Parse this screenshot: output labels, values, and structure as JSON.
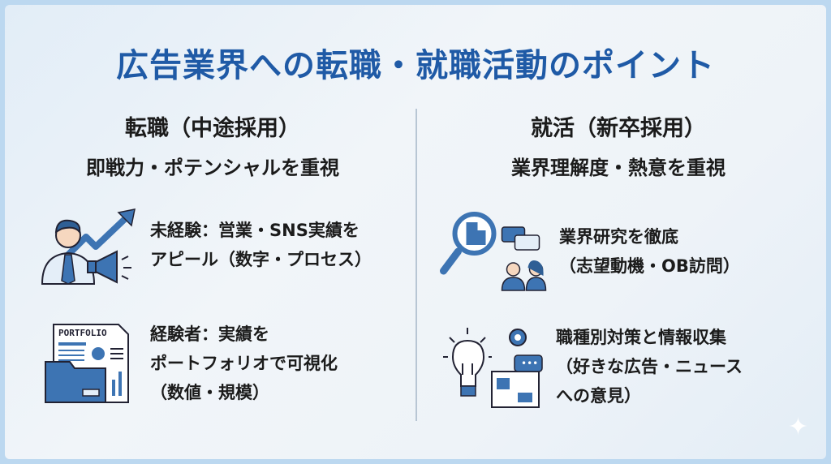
{
  "title": "広告業界への転職・就職活動のポイント",
  "left": {
    "heading": "転職（中途採用）",
    "subheading": "即戦力・ポテンシャルを重視",
    "items": [
      {
        "line1": "未経験：営業・SNS実績を",
        "line2": "アピール（数字・プロセス）"
      },
      {
        "line1": "経験者：実績を",
        "line2": "ポートフォリオで可視化",
        "line3": "（数値・規模）",
        "icon_label": "PORTFOLIO"
      }
    ]
  },
  "right": {
    "heading": "就活（新卒採用）",
    "subheading": "業界理解度・熱意を重視",
    "items": [
      {
        "line1": "業界研究を徹底",
        "line2": "（志望動機・OB訪問）"
      },
      {
        "line1": "職種別対策と情報収集",
        "line2": "（好きな広告・ニュース",
        "line3": "への意見）"
      }
    ]
  },
  "colors": {
    "accent": "#1f5aa6",
    "icon": "#3d74b3"
  }
}
